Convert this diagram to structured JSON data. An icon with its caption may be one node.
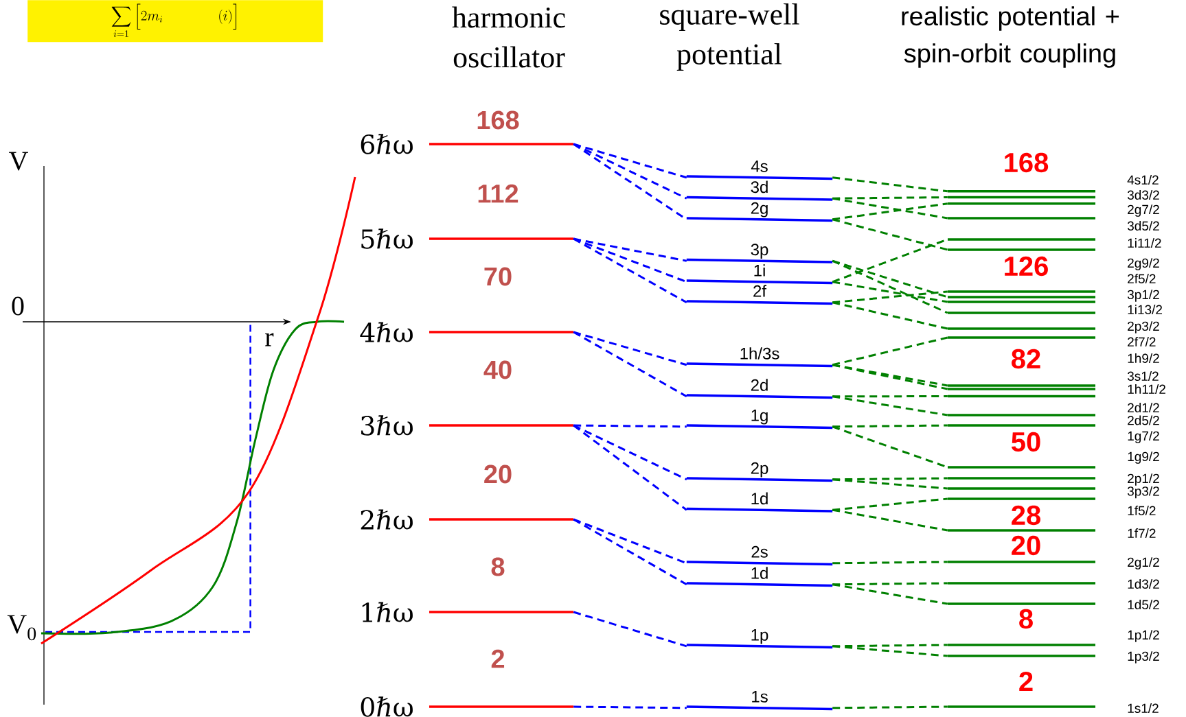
{
  "diagram": {
    "nodes": [
      {
        "text": [],
        "shape": "bar",
        "beside": [
          "6ℏω"
        ]
      },
      {
        "text": [],
        "shape": "bar",
        "beside": [
          "5ℏω"
        ]
      },
      {
        "text": [],
        "shape": "bar",
        "beside": [
          "4ℏω"
        ]
      },
      {
        "text": [],
        "shape": "bar",
        "beside": [
          "3ℏω"
        ]
      },
      {
        "text": [],
        "shape": "bar",
        "beside": [
          "2ℏω"
        ]
      },
      {
        "text": [],
        "shape": "bar",
        "beside": [
          "1ℏω"
        ]
      },
      {
        "text": [],
        "shape": "bar",
        "beside": [
          "0ℏω"
        ]
      },
      {
        "text": [
          "4s"
        ]
      },
      {
        "text": [
          "3d"
        ]
      },
      {
        "text": [
          "2g"
        ]
      },
      {
        "text": [
          "3p"
        ]
      },
      {
        "text": [
          "1i"
        ]
      },
      {
        "text": [
          "2f"
        ]
      },
      {
        "text": [
          "1h/3s"
        ]
      },
      {
        "text": [
          "2d"
        ]
      },
      {
        "text": [
          "1g"
        ]
      },
      {
        "text": [
          "2p"
        ]
      },
      {
        "text": [
          "1d"
        ]
      },
      {
        "text": [
          "2s"
        ]
      },
      {
        "text": [
          "1d"
        ]
      },
      {
        "text": [
          "1p"
        ]
      },
      {
        "text": [
          "1s"
        ]
      },
      {
        "text": [],
        "shape": "bar",
        "beside": [
          "4s1/2"
        ]
      },
      {
        "text": [],
        "shape": "bar",
        "beside": [
          "3d3/2"
        ]
      },
      {
        "text": [],
        "shape": "bar",
        "beside": [
          "2g7/2"
        ]
      },
      {
        "text": [],
        "shape": "bar",
        "beside": [
          "3d5/2"
        ]
      },
      {
        "text": [],
        "shape": "bar",
        "beside": [
          "1i11/2"
        ]
      },
      {
        "text": [],
        "shape": "bar",
        "beside": [
          "2g9/2"
        ]
      },
      {
        "text": [],
        "shape": "bar",
        "beside": [
          "2f5/2"
        ]
      },
      {
        "text": [],
        "shape": "bar",
        "beside": [
          "3p1/2"
        ]
      },
      {
        "text": [],
        "shape": "bar",
        "beside": [
          "1i13/2"
        ]
      },
      {
        "text": [],
        "shape": "bar",
        "beside": [
          "2p3/2"
        ]
      },
      {
        "text": [],
        "shape": "bar",
        "beside": [
          "2f7/2"
        ]
      },
      {
        "text": [],
        "shape": "bar",
        "beside": [
          "1h9/2"
        ]
      },
      {
        "text": [],
        "shape": "bar",
        "beside": [
          "3s1/2"
        ]
      },
      {
        "text": [],
        "shape": "bar",
        "beside": [
          "1h11/2"
        ]
      },
      {
        "text": [],
        "shape": "bar",
        "beside": [
          "2d1/2"
        ]
      },
      {
        "text": [],
        "shape": "bar",
        "beside": [
          "2d5/2"
        ]
      },
      {
        "text": [],
        "shape": "bar",
        "beside": [
          "1g7/2"
        ]
      },
      {
        "text": [],
        "shape": "bar",
        "beside": [
          "1g9/2"
        ]
      },
      {
        "text": [],
        "shape": "bar",
        "beside": [
          "2p1/2"
        ]
      },
      {
        "text": [],
        "shape": "bar",
        "beside": [
          "3p3/2"
        ]
      },
      {
        "text": [],
        "shape": "bar",
        "beside": [
          "1f5/2"
        ]
      },
      {
        "text": [],
        "shape": "bar",
        "beside": [
          "1f7/2"
        ]
      },
      {
        "text": [],
        "shape": "bar",
        "beside": [
          "2g1/2"
        ]
      },
      {
        "text": [],
        "shape": "bar",
        "beside": [
          "1d3/2"
        ]
      },
      {
        "text": [],
        "shape": "bar",
        "beside": [
          "1d5/2"
        ]
      },
      {
        "text": [],
        "shape": "bar",
        "beside": [
          "1p1/2"
        ]
      },
      {
        "text": [],
        "shape": "bar",
        "beside": [
          "1p3/2"
        ]
      },
      {
        "text": [],
        "shape": "bar",
        "beside": [
          "1s1/2"
        ]
      }
    ],
    "edges": [
      {
        "from": 0,
        "to": 7,
        "arrow": "none",
        "style": "dashed",
        "color": "#0000ff"
      },
      {
        "from": 0,
        "to": 8,
        "arrow": "none",
        "style": "dashed",
        "color": "#0000ff"
      },
      {
        "from": 0,
        "to": 9,
        "arrow": "none",
        "style": "dashed",
        "color": "#0000ff"
      },
      {
        "from": 1,
        "to": 10,
        "arrow": "none",
        "style": "dashed",
        "color": "#0000ff"
      },
      {
        "from": 1,
        "to": 11,
        "arrow": "none",
        "style": "dashed",
        "color": "#0000ff"
      },
      {
        "from": 1,
        "to": 12,
        "arrow": "none",
        "style": "dashed",
        "color": "#0000ff"
      },
      {
        "from": 2,
        "to": 13,
        "arrow": "none",
        "style": "dashed",
        "color": "#0000ff"
      },
      {
        "from": 2,
        "to": 14,
        "arrow": "none",
        "style": "dashed",
        "color": "#0000ff"
      },
      {
        "from": 3,
        "to": 15,
        "arrow": "none",
        "style": "dashed",
        "color": "#0000ff"
      },
      {
        "from": 3,
        "to": 16,
        "arrow": "none",
        "style": "dashed",
        "color": "#0000ff"
      },
      {
        "from": 3,
        "to": 17,
        "arrow": "none",
        "style": "dashed",
        "color": "#0000ff"
      },
      {
        "from": 4,
        "to": 18,
        "arrow": "none",
        "style": "dashed",
        "color": "#0000ff"
      },
      {
        "from": 4,
        "to": 19,
        "arrow": "none",
        "style": "dashed",
        "color": "#0000ff"
      },
      {
        "from": 5,
        "to": 20,
        "arrow": "none",
        "style": "dashed",
        "color": "#0000ff"
      },
      {
        "from": 6,
        "to": 21,
        "arrow": "none",
        "style": "dashed",
        "color": "#0000ff"
      },
      {
        "from": 7,
        "to": 22,
        "arrow": "none",
        "style": "dashed"
      },
      {
        "from": 8,
        "to": 23,
        "arrow": "none",
        "style": "dashed"
      },
      {
        "from": 8,
        "to": 25,
        "arrow": "none",
        "style": "dashed"
      },
      {
        "from": 9,
        "to": 24,
        "arrow": "none",
        "style": "dashed"
      },
      {
        "from": 9,
        "to": 27,
        "arrow": "none",
        "style": "dashed"
      },
      {
        "from": 10,
        "to": 29,
        "arrow": "none",
        "style": "dashed"
      },
      {
        "from": 10,
        "to": 31,
        "arrow": "none",
        "style": "dashed"
      },
      {
        "from": 11,
        "to": 26,
        "arrow": "none",
        "style": "dashed"
      },
      {
        "from": 11,
        "to": 30,
        "arrow": "none",
        "style": "dashed"
      },
      {
        "from": 12,
        "to": 28,
        "arrow": "none",
        "style": "dashed"
      },
      {
        "from": 12,
        "to": 32,
        "arrow": "none",
        "style": "dashed"
      },
      {
        "from": 13,
        "to": 33,
        "arrow": "none",
        "style": "dashed"
      },
      {
        "from": 13,
        "to": 34,
        "arrow": "none",
        "style": "dashed"
      },
      {
        "from": 13,
        "to": 35,
        "arrow": "none",
        "style": "dashed"
      },
      {
        "from": 14,
        "to": 36,
        "arrow": "none",
        "style": "dashed"
      },
      {
        "from": 14,
        "to": 37,
        "arrow": "none",
        "style": "dashed"
      },
      {
        "from": 15,
        "to": 38,
        "arrow": "none",
        "style": "dashed"
      },
      {
        "from": 15,
        "to": 39,
        "arrow": "none",
        "style": "dashed"
      },
      {
        "from": 16,
        "to": 40,
        "arrow": "none",
        "style": "dashed"
      },
      {
        "from": 16,
        "to": 41,
        "arrow": "none",
        "style": "dashed"
      },
      {
        "from": 17,
        "to": 42,
        "arrow": "none",
        "style": "dashed"
      },
      {
        "from": 17,
        "to": 43,
        "arrow": "none",
        "style": "dashed"
      },
      {
        "from": 18,
        "to": 44,
        "arrow": "none",
        "style": "dashed"
      },
      {
        "from": 19,
        "to": 45,
        "arrow": "none",
        "style": "dashed"
      },
      {
        "from": 19,
        "to": 46,
        "arrow": "none",
        "style": "dashed"
      },
      {
        "from": 20,
        "to": 47,
        "arrow": "none",
        "style": "dashed"
      },
      {
        "from": 20,
        "to": 48,
        "arrow": "none",
        "style": "dashed"
      },
      {
        "from": 21,
        "to": 49,
        "arrow": "none",
        "style": "dashed"
      }
    ],
    "labels": [
      "\\sum_{i=1}\\Big[2m_i \\qquad\\qquad (i)\\Big]",
      "harmonic oscillator",
      "square-well potential",
      "realistic potential + spin-orbit coupling",
      "168",
      "112",
      "70",
      "40",
      "20",
      "8",
      "2",
      "168",
      "126",
      "82",
      "50",
      "28",
      "20",
      "8",
      "2",
      "V",
      "0",
      "r",
      "V$_{0}$"
    ]
  }
}
